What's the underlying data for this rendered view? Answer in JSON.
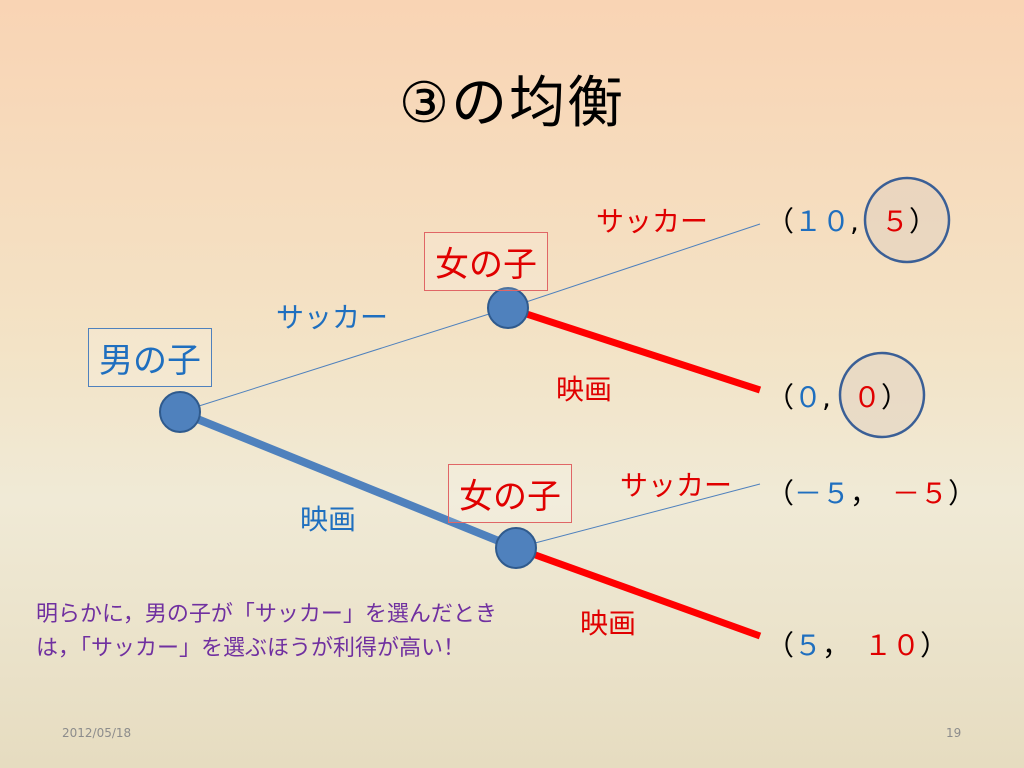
{
  "title": "③の均衡",
  "players": {
    "root": "男の子",
    "upper": "女の子",
    "lower": "女の子"
  },
  "moves": {
    "root_soccer": "サッカー",
    "root_movie": "映画",
    "upper_soccer": "サッカー",
    "upper_movie": "映画",
    "lower_soccer": "サッカー",
    "lower_movie": "映画"
  },
  "payoffs": [
    {
      "open": "（",
      "p1": "１０",
      "sep": ",",
      "p2": "５",
      "close": "）"
    },
    {
      "open": "（",
      "p1": "０",
      "sep": ",",
      "p2": "０",
      "close": "）"
    },
    {
      "open": "（",
      "p1": "－５",
      "sep": "，",
      "p2": "－５",
      "close": "）"
    },
    {
      "open": "（",
      "p1": "５",
      "sep": "，",
      "p2": "１０",
      "close": "）"
    }
  ],
  "note": "明らかに，男の子が「サッカー」を選んだときは，「サッカー」を選ぶほうが利得が高い！",
  "footer": {
    "date": "2012/05/18",
    "page": "19"
  },
  "colors": {
    "player1": "#1f6fbf",
    "player2": "#e00000",
    "node": "#4f81bd",
    "equilibrium_blue": "#4f81bd",
    "equilibrium_red": "#ff0000",
    "highlight_circle": "#3a5f96"
  }
}
